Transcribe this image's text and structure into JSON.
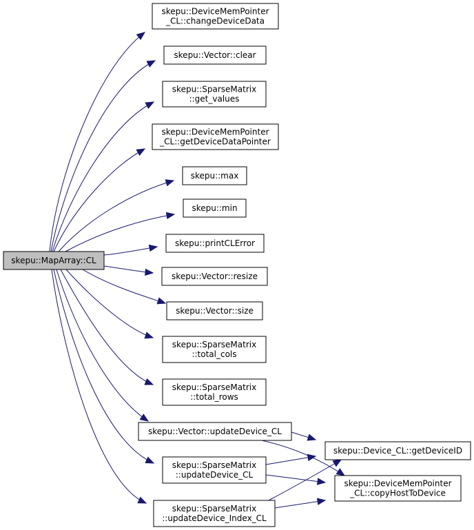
{
  "graph": {
    "edge_color": "#191970",
    "root_fill": "#bfbfbf",
    "nodes": {
      "root": {
        "lines": [
          "skepu::MapArray::CL"
        ]
      },
      "change_device_data": {
        "lines": [
          "skepu::DeviceMemPointer",
          "_CL::changeDeviceData"
        ]
      },
      "vector_clear": {
        "lines": [
          "skepu::Vector::clear"
        ]
      },
      "sparse_get_values": {
        "lines": [
          "skepu::SparseMatrix",
          "::get_values"
        ]
      },
      "get_device_data_pointer": {
        "lines": [
          "skepu::DeviceMemPointer",
          "_CL::getDeviceDataPointer"
        ]
      },
      "max": {
        "lines": [
          "skepu::max"
        ]
      },
      "min": {
        "lines": [
          "skepu::min"
        ]
      },
      "print_cl_error": {
        "lines": [
          "skepu::printCLError"
        ]
      },
      "vector_resize": {
        "lines": [
          "skepu::Vector::resize"
        ]
      },
      "vector_size": {
        "lines": [
          "skepu::Vector::size"
        ]
      },
      "sparse_total_cols": {
        "lines": [
          "skepu::SparseMatrix",
          "::total_cols"
        ]
      },
      "sparse_total_rows": {
        "lines": [
          "skepu::SparseMatrix",
          "::total_rows"
        ]
      },
      "vector_update_device": {
        "lines": [
          "skepu::Vector::updateDevice_CL"
        ]
      },
      "sparse_update_device": {
        "lines": [
          "skepu::SparseMatrix",
          "::updateDevice_CL"
        ]
      },
      "sparse_update_device_index": {
        "lines": [
          "skepu::SparseMatrix",
          "::updateDevice_Index_CL"
        ]
      },
      "get_device_id": {
        "lines": [
          "skepu::Device_CL::getDeviceID"
        ]
      },
      "copy_host_to_device": {
        "lines": [
          "skepu::DeviceMemPointer",
          "_CL::copyHostToDevice"
        ]
      }
    },
    "edges": [
      [
        "root",
        "change_device_data"
      ],
      [
        "root",
        "vector_clear"
      ],
      [
        "root",
        "sparse_get_values"
      ],
      [
        "root",
        "get_device_data_pointer"
      ],
      [
        "root",
        "max"
      ],
      [
        "root",
        "min"
      ],
      [
        "root",
        "print_cl_error"
      ],
      [
        "root",
        "vector_resize"
      ],
      [
        "root",
        "vector_size"
      ],
      [
        "root",
        "sparse_total_cols"
      ],
      [
        "root",
        "sparse_total_rows"
      ],
      [
        "root",
        "vector_update_device"
      ],
      [
        "root",
        "sparse_update_device"
      ],
      [
        "root",
        "sparse_update_device_index"
      ],
      [
        "vector_update_device",
        "get_device_id"
      ],
      [
        "vector_update_device",
        "copy_host_to_device"
      ],
      [
        "sparse_update_device",
        "get_device_id"
      ],
      [
        "sparse_update_device",
        "copy_host_to_device"
      ],
      [
        "sparse_update_device_index",
        "get_device_id"
      ],
      [
        "sparse_update_device_index",
        "copy_host_to_device"
      ]
    ]
  }
}
